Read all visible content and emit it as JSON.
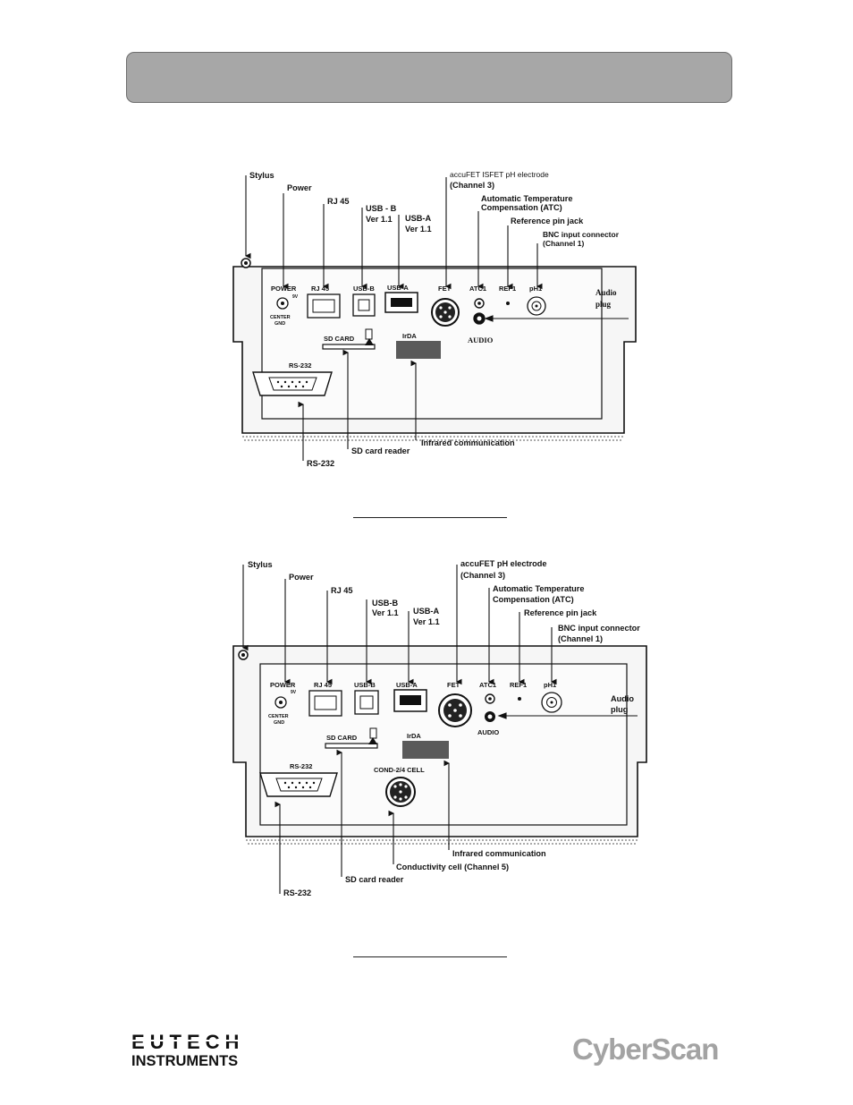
{
  "header": {
    "title": ""
  },
  "figure1": {
    "callouts": {
      "stylus": "Stylus",
      "power": "Power",
      "rj45": "RJ 45",
      "usbb": [
        "USB - B",
        "Ver 1.1"
      ],
      "usba": [
        "USB-A",
        "Ver 1.1"
      ],
      "fet": [
        "accuFET ISFET pH electrode",
        "(Channel 3)"
      ],
      "atc": [
        "Automatic Temperature",
        "Compensation (ATC)"
      ],
      "ref": "Reference pin jack",
      "bnc": [
        "BNC input connector",
        "(Channel 1)"
      ],
      "audio_plug": [
        "Audio",
        "plug"
      ],
      "irda_comm": "Infrared communication",
      "sd_reader": "SD card reader",
      "rs232": "RS-232"
    },
    "panel": {
      "power": "POWER",
      "power_v": "9V",
      "center": "CENTER",
      "gnd": "GND",
      "rj45": "RJ 45",
      "usbb": "USB-B",
      "usba": "USB-A",
      "fet": "FET",
      "atc1": "ATC1",
      "ref1": "REF1",
      "ph1": "pH1",
      "audio": "AUDIO",
      "sdcard": "SD CARD",
      "irda": "IrDA",
      "rs232": "RS-232"
    }
  },
  "figure2": {
    "callouts": {
      "stylus": "Stylus",
      "power": "Power",
      "rj45": "RJ 45",
      "usbb": [
        "USB-B",
        "Ver 1.1"
      ],
      "usba": [
        "USB-A",
        "Ver 1.1"
      ],
      "fet": [
        "accuFET pH electrode",
        "(Channel 3)"
      ],
      "atc": [
        "Automatic Temperature",
        "Compensation (ATC)"
      ],
      "ref": "Reference pin jack",
      "bnc": [
        "BNC input connector",
        "(Channel 1)"
      ],
      "audio_plug": [
        "Audio",
        "plug"
      ],
      "irda_comm": "Infrared communication",
      "cond_cell": "Conductivity cell (Channel 5)",
      "sd_reader": "SD card reader",
      "rs232": "RS-232"
    },
    "panel": {
      "power": "POWER",
      "power_v": "9V",
      "center": "CENTER",
      "gnd": "GND",
      "rj45": "RJ 45",
      "usbb": "USB-B",
      "usba": "USB-A",
      "fet": "FET",
      "atc1": "ATC1",
      "ref1": "REF1",
      "ph1": "pH1",
      "audio": "AUDIO",
      "sdcard": "SD CARD",
      "irda": "IrDA",
      "cond": "COND-2/4 CELL",
      "rs232": "RS-232"
    }
  },
  "footer": {
    "logo_left_line1": "EUTECH",
    "logo_left_line2": "INSTRUMENTS",
    "logo_right": "CyberScan"
  }
}
